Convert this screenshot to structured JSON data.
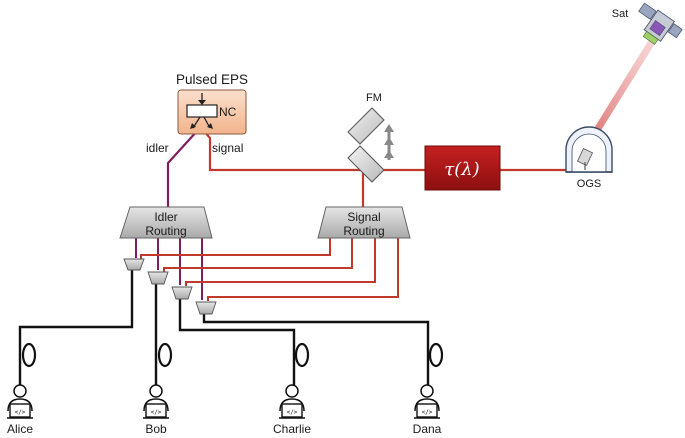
{
  "labels": {
    "source_title": "Pulsed EPS",
    "nc": "NC",
    "idler": "idler",
    "signal": "signal",
    "fm": "FM",
    "delay": "τ(λ)",
    "ogs": "OGS",
    "sat": "Sat",
    "idler_routing_1": "Idler",
    "idler_routing_2": "Routing",
    "signal_routing_1": "Signal",
    "signal_routing_2": "Routing"
  },
  "users": [
    {
      "name": "Alice"
    },
    {
      "name": "Bob"
    },
    {
      "name": "Charlie"
    },
    {
      "name": "Dana"
    }
  ],
  "icons": {
    "source": "crystal-source-icon",
    "mirror": "flip-mirror-icon",
    "delay": "delay-box-icon",
    "ground_station": "telescope-dome-icon",
    "satellite": "satellite-icon",
    "switch": "optical-switch-icon",
    "detector": "fiber-coil-icon",
    "user": "user-laptop-icon"
  },
  "colors": {
    "signal_fiber": "#c0392b",
    "idler_fiber": "#7d1f5e",
    "delay_box": "#a31515",
    "source_box": "#f6c7a8",
    "router": "#c9c9c9",
    "beam": "#e08080"
  }
}
